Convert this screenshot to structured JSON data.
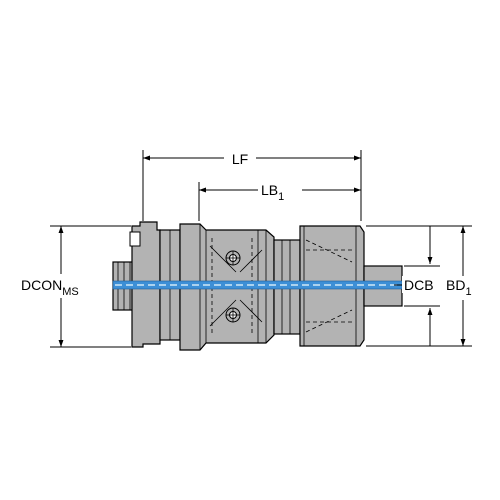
{
  "labels": {
    "lf": "LF",
    "lb_main": "LB",
    "lb_sub": "1",
    "dcon_main": "DCON",
    "dcon_sub": "MS",
    "dcb": "DCB",
    "bd_main": "BD",
    "bd_sub": "1"
  },
  "colors": {
    "body_fill": "#b3b3b3",
    "coolant_channel": "#3d8fd6",
    "coolant_dash": "#d0e8f7",
    "line": "#000000",
    "background": "#ffffff"
  }
}
